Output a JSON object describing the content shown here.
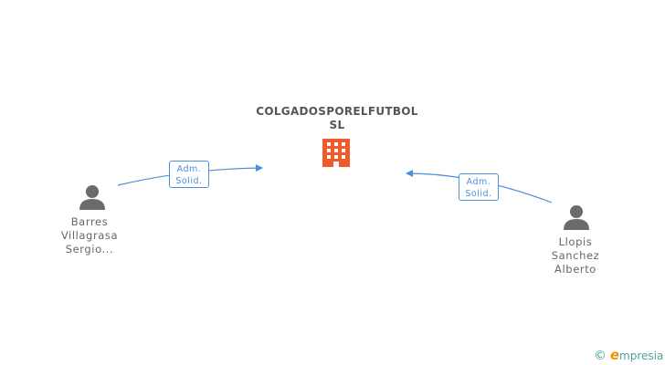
{
  "company": {
    "name_line1": "COLGADOSPORELFUTBOL",
    "name_line2": "SL",
    "icon": "building-icon",
    "color": "#f0592a"
  },
  "persons": [
    {
      "line1": "Barres",
      "line2": "Villagrasa",
      "line3": "Sergio...",
      "icon": "person-icon"
    },
    {
      "line1": "Llopis",
      "line2": "Sanchez",
      "line3": "Alberto",
      "icon": "person-icon"
    }
  ],
  "edges": [
    {
      "from": "Barres Villagrasa Sergio...",
      "to": "COLGADOSPORELFUTBOL SL",
      "label_line1": "Adm.",
      "label_line2": "Solid."
    },
    {
      "from": "Llopis Sanchez Alberto",
      "to": "COLGADOSPORELFUTBOL SL",
      "label_line1": "Adm.",
      "label_line2": "Solid."
    }
  ],
  "colors": {
    "edge": "#4a90d9",
    "person": "#6b6b6b",
    "text": "#555555"
  },
  "brand": {
    "copyright": "©",
    "initial": "e",
    "rest": "mpresia"
  }
}
